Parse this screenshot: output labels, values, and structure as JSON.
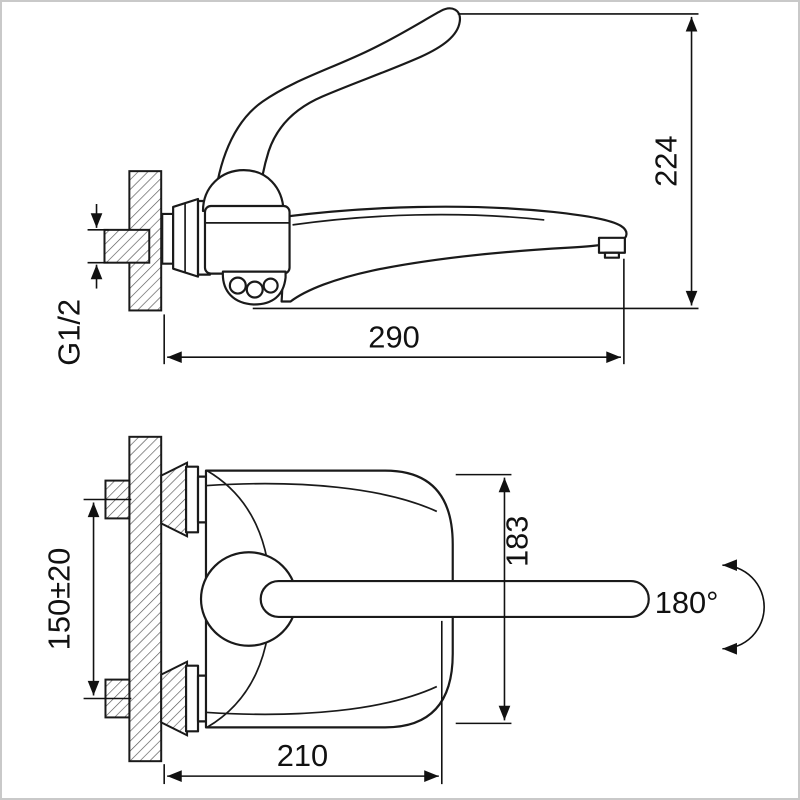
{
  "drawing": {
    "background": "#ffffff",
    "line_color": "#1a1a1a",
    "side_view": {
      "height_dim": "224",
      "length_dim": "290",
      "thread_label": "G1/2"
    },
    "plan_view": {
      "depth_dim": "183",
      "mount_spacing_dim": "150±20",
      "width_dim": "210",
      "swivel_label": "180°"
    }
  }
}
